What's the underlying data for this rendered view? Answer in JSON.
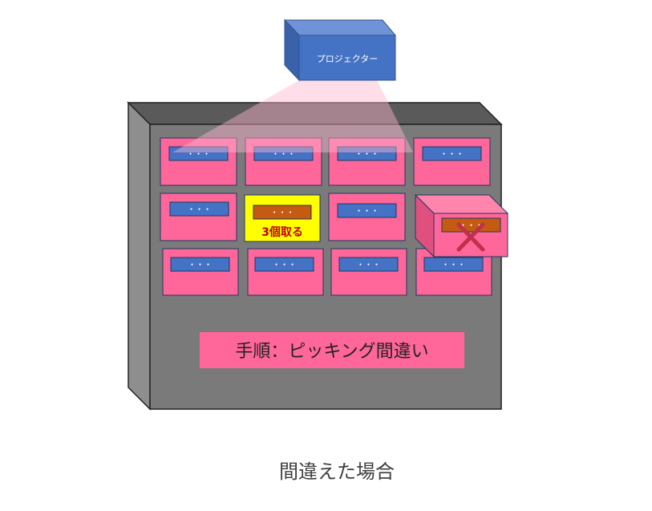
{
  "projector": {
    "label": "プロジェクター"
  },
  "bins": [
    {
      "id": "r1c1",
      "label": "・・・"
    },
    {
      "id": "r1c2",
      "label": "・・・"
    },
    {
      "id": "r1c3",
      "label": "・・・"
    },
    {
      "id": "r1c4",
      "label": "・・・"
    },
    {
      "id": "r2c1",
      "label": "・・・"
    },
    {
      "id": "r2c2",
      "label": "・・・",
      "instruction": "3個取る"
    },
    {
      "id": "r2c3",
      "label": "・・・"
    },
    {
      "id": "r2c4",
      "label": "・・・"
    },
    {
      "id": "r3c1",
      "label": "・・・"
    },
    {
      "id": "r3c2",
      "label": "・・・"
    },
    {
      "id": "r3c3",
      "label": "・・・"
    },
    {
      "id": "r3c4",
      "label": "・・・"
    }
  ],
  "step_banner": {
    "text": "手順：ピッキング間違い"
  },
  "caption": {
    "text": "間違えた場合"
  },
  "colors": {
    "projector_blue": "#4472c4",
    "bin_pink": "#ff6699",
    "highlight_yellow": "#ffff00",
    "error_red": "#ff0000",
    "shelf_gray": "#7a7a7a"
  }
}
